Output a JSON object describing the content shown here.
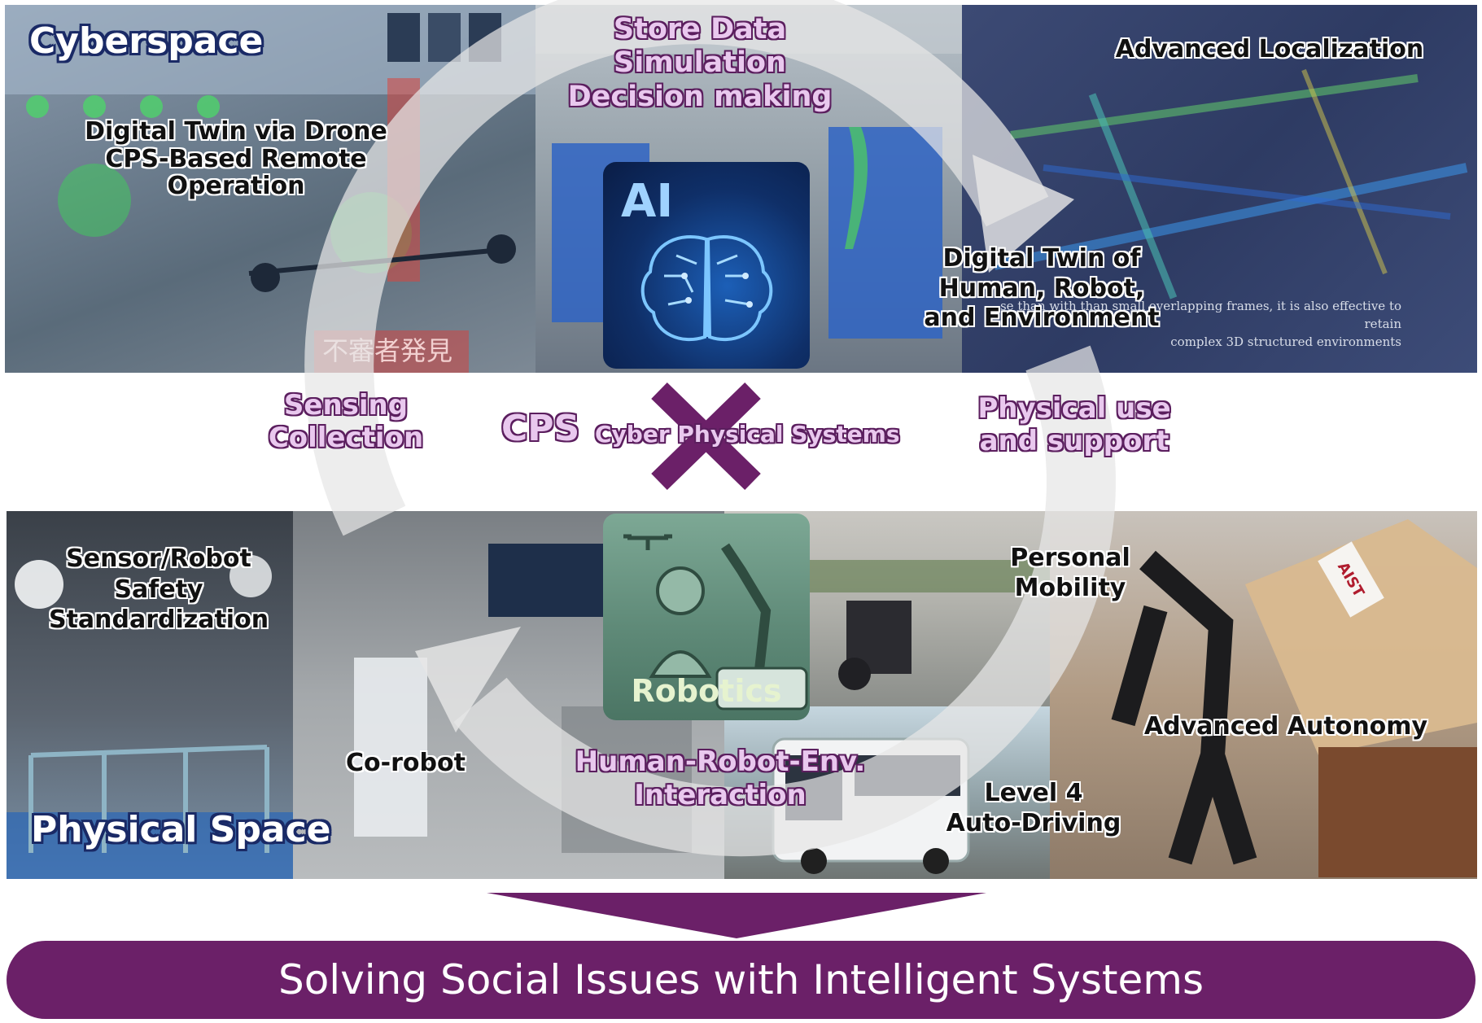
{
  "top": {
    "cyberspace": "Cyberspace",
    "drone": [
      "Digital Twin via Drone",
      "CPS-Based Remote Operation"
    ],
    "store": [
      "Store Data",
      "Simulation",
      "Decision making"
    ],
    "ai": "AI",
    "localization": "Advanced Localization",
    "digital_twin": [
      "Digital Twin of",
      "Human, Robot,",
      "and Environment"
    ],
    "caption_fragment": [
      "se than with than small overlapping frames, it is also effective to retain",
      "complex 3D structured environments"
    ],
    "drone_overlay": "不審者発見"
  },
  "middle": {
    "sensing": [
      "Sensing",
      "Collection"
    ],
    "cps": "CPS",
    "cps_full": "Cyber Physical Systems",
    "physical_use": [
      "Physical use",
      "and support"
    ]
  },
  "bottom": {
    "safety": [
      "Sensor/Robot",
      "Safety",
      "Standardization"
    ],
    "physical_space": "Physical Space",
    "corobot": "Co-robot",
    "robotics": "Robotics",
    "hri": [
      "Human-Robot-Env.",
      "Interaction"
    ],
    "mobility": [
      "Personal",
      "Mobility"
    ],
    "autonomy": "Advanced Autonomy",
    "level4": [
      "Level 4",
      "Auto-Driving"
    ],
    "aist_logo": "AIST"
  },
  "footer": {
    "banner": "Solving Social Issues with Intelligent Systems"
  },
  "colors": {
    "purple": "#6b2068",
    "cycle_arrow": "#d9d9d9",
    "cyber_blue": "#1a2a66"
  }
}
